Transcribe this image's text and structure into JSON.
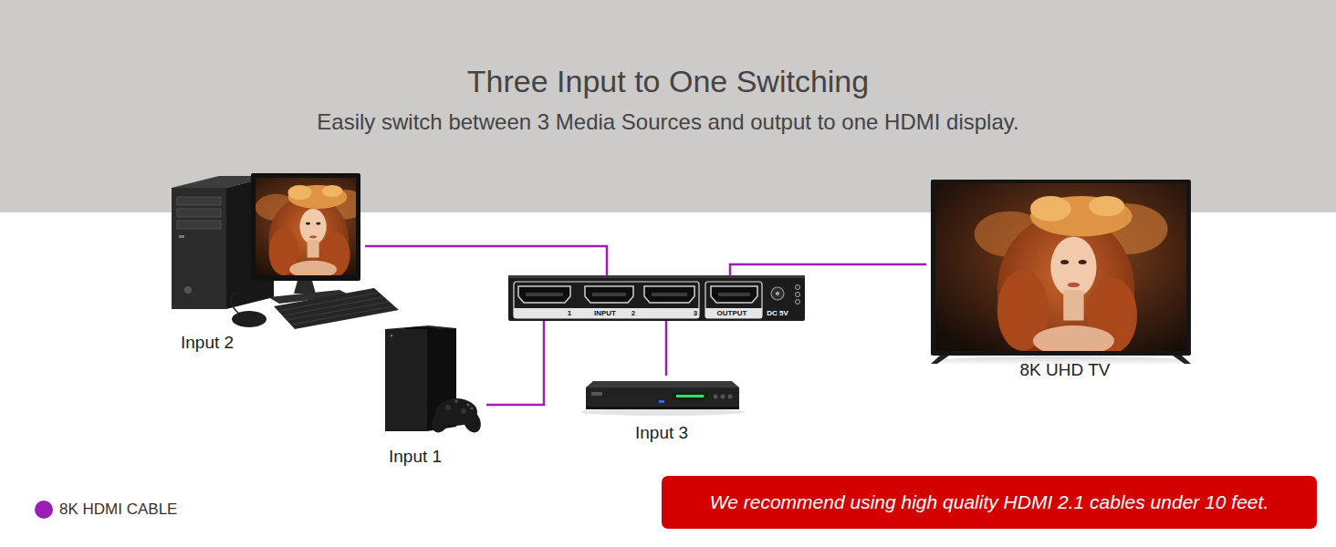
{
  "diagram": {
    "title": "Three Input to One Switching",
    "nodes": [
      {
        "text": [
          "Input 2"
        ]
      },
      {
        "text": [
          "1",
          "INPUT",
          "2",
          "3",
          "OUTPUT",
          "DC 5V"
        ]
      },
      {
        "text": [
          "8K UHD TV"
        ]
      },
      {
        "text": [
          "Input 1"
        ]
      },
      {
        "text": [
          "Input 3"
        ]
      },
      {
        "text": [
          "We recommend using high quality HDMI 2.1 cables under 10 feet."
        ]
      }
    ],
    "edges": [
      {
        "from": 0,
        "to": 1,
        "arrow": "none"
      },
      {
        "from": 3,
        "to": 1,
        "arrow": "none"
      },
      {
        "from": 4,
        "to": 1,
        "arrow": "none"
      },
      {
        "from": 1,
        "to": 2,
        "arrow": "none"
      }
    ],
    "labels": [
      "Easily switch between 3 Media Sources and output to one HDMI display."
    ],
    "legend": [
      {
        "text": "8K HDMI CABLE",
        "color": "#9b1fb2"
      }
    ]
  }
}
